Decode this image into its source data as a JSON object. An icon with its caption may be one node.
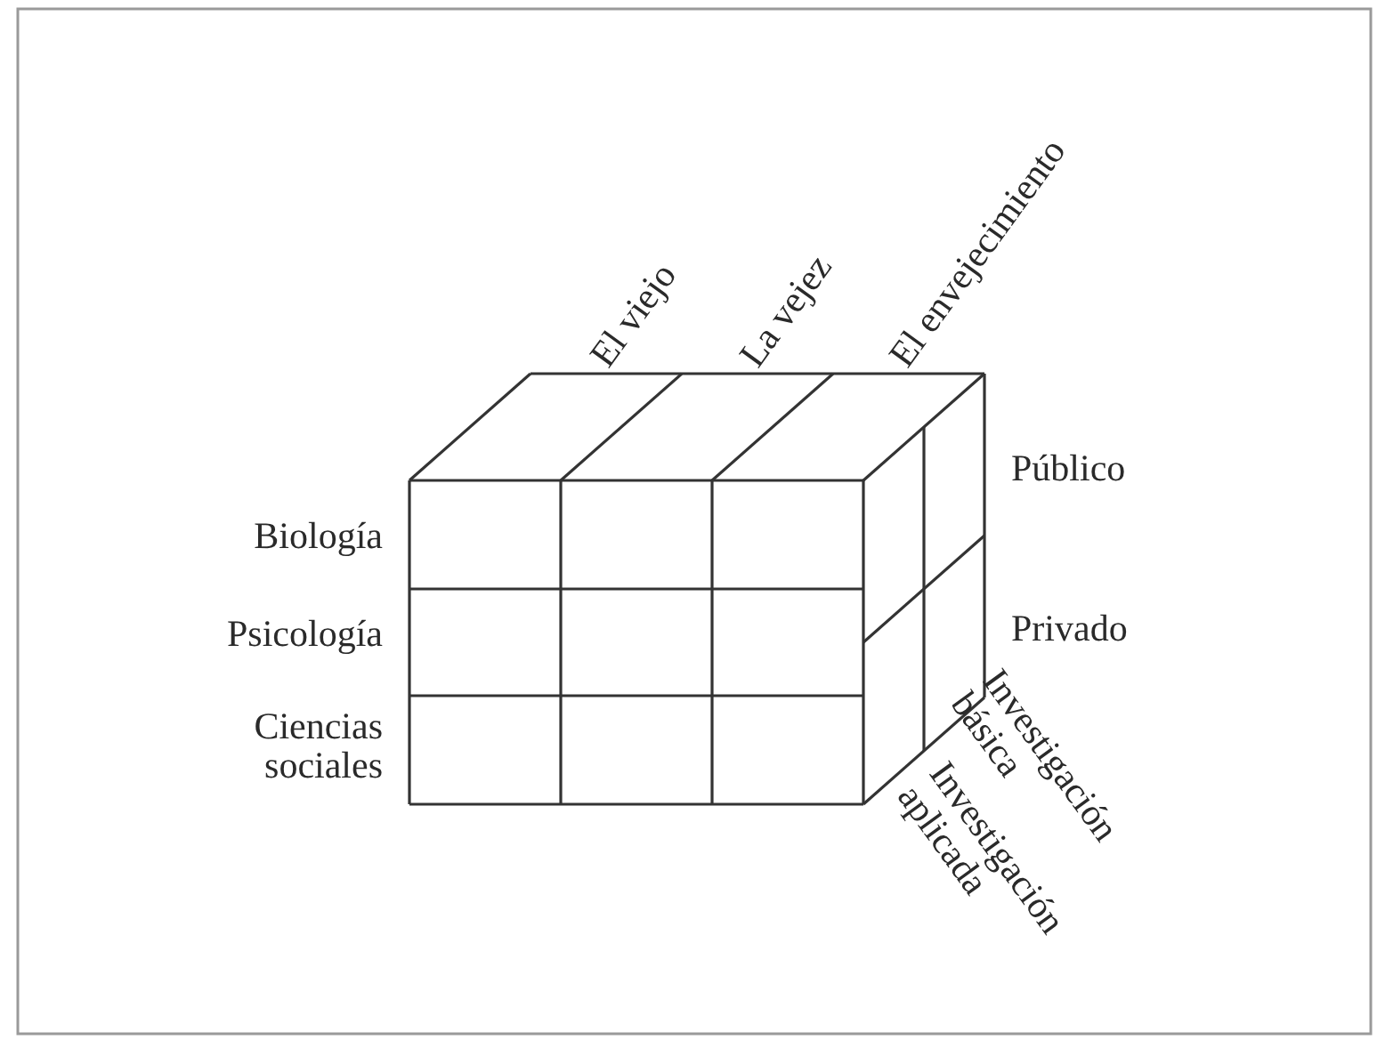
{
  "diagram": {
    "labels": [
      "El viejo",
      "La vejez",
      "El envejecimiento",
      "Público",
      "Biología",
      "Psicología",
      "Privado",
      "Ciencias sociales",
      "Investigación básica",
      "Investigación aplicada"
    ]
  }
}
